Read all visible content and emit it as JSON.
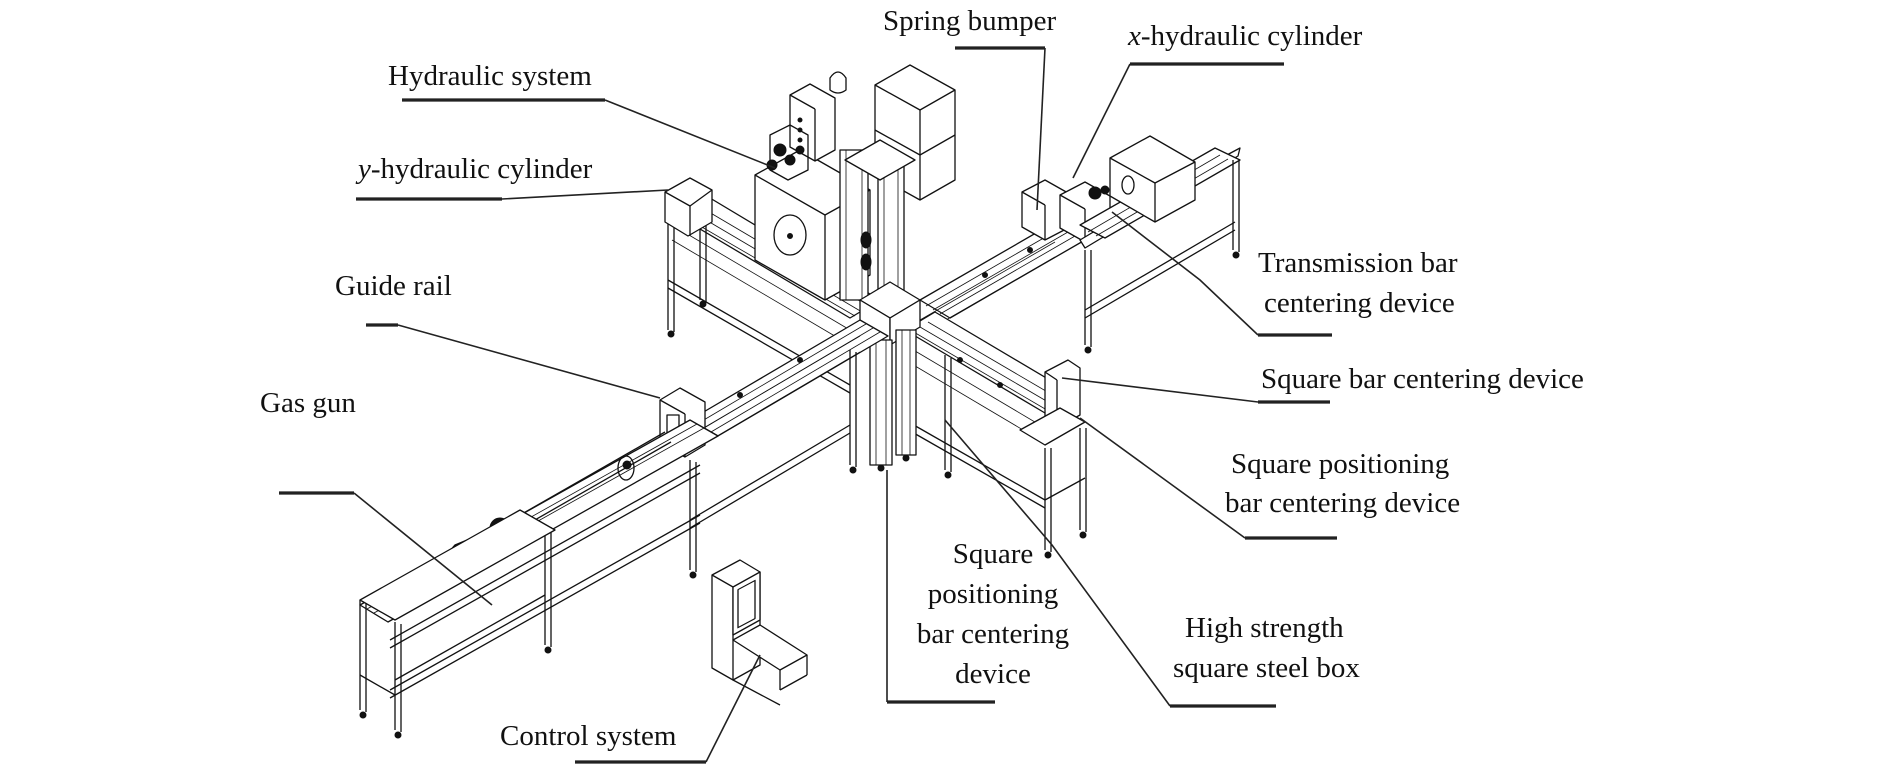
{
  "figure": {
    "description": "Isometric schematic of a four-arm bar test apparatus with labeled components",
    "labels": {
      "hydraulic_system": "Hydraulic system",
      "y_hydraulic_cylinder_var": "y",
      "y_hydraulic_cylinder_rest": "-hydraulic cylinder",
      "spring_bumper": "Spring bumper",
      "x_hydraulic_cylinder_var": "x",
      "x_hydraulic_cylinder_rest": "-hydraulic cylinder",
      "guide_rail": "Guide rail",
      "gas_gun": "Gas gun",
      "transmission_bar_line1": "Transmission bar",
      "transmission_bar_line2": "centering device",
      "square_bar_centering": "Square bar centering device",
      "square_positioning_right_line1": "Square positioning",
      "square_positioning_right_line2": "bar centering device",
      "square_positioning_mid_line1": "Square",
      "square_positioning_mid_line2": "positioning",
      "square_positioning_mid_line3": "bar centering",
      "square_positioning_mid_line4": "device",
      "high_strength_line1": "High strength",
      "high_strength_line2": "square steel box",
      "control_system": "Control system"
    }
  }
}
